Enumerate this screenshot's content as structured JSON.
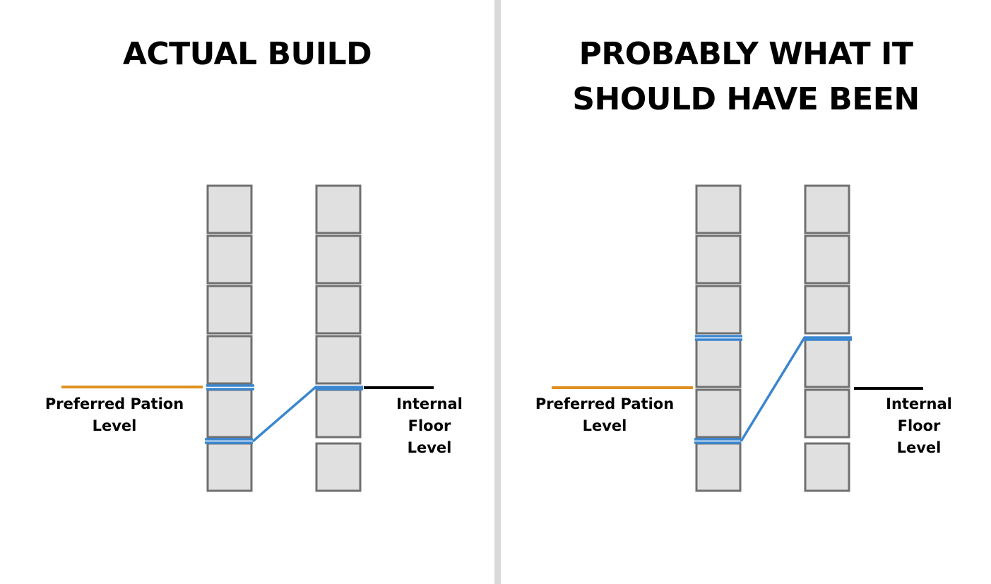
{
  "left_panel": {
    "title": [
      "ACTUAL BUILD"
    ],
    "patio_label": [
      "Preferred Pation",
      "Level"
    ],
    "floor_label": [
      "Internal",
      "Floor",
      "Level"
    ]
  },
  "right_panel": {
    "title": [
      "PROBABLY WHAT IT",
      "SHOULD HAVE BEEN"
    ],
    "patio_label": [
      "Preferred Pation",
      "Level"
    ],
    "floor_label": [
      "Internal",
      "Floor",
      "Level"
    ]
  },
  "colors": {
    "patio_line": "#e0901f",
    "floor_line": "#000000",
    "slope_line": "#3a86d0",
    "block_fill": "#e0e0e0",
    "block_stroke": "#707070",
    "divider": "#d9d9d9"
  }
}
